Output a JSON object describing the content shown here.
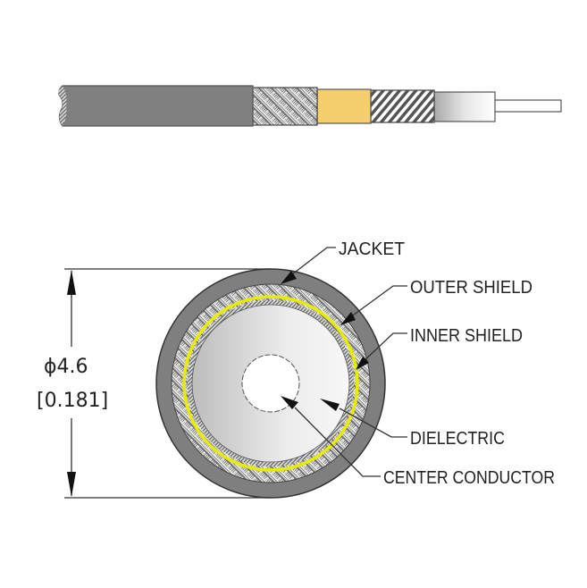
{
  "labels": {
    "jacket": "JACKET",
    "outer_shield": "OUTER SHIELD",
    "inner_shield": "INNER SHIELD",
    "dielectric": "DIELECTRIC",
    "center_conductor": "CENTER CONDUCTOR"
  },
  "dimension": {
    "metric": "ϕ4.6",
    "imperial": "[0.181]"
  },
  "colors": {
    "jacket": "#808080",
    "inner_shield_foil": "#f5cf6e",
    "yellow_ring": "#e8ec00",
    "dielectric": "#e6e6e6"
  }
}
